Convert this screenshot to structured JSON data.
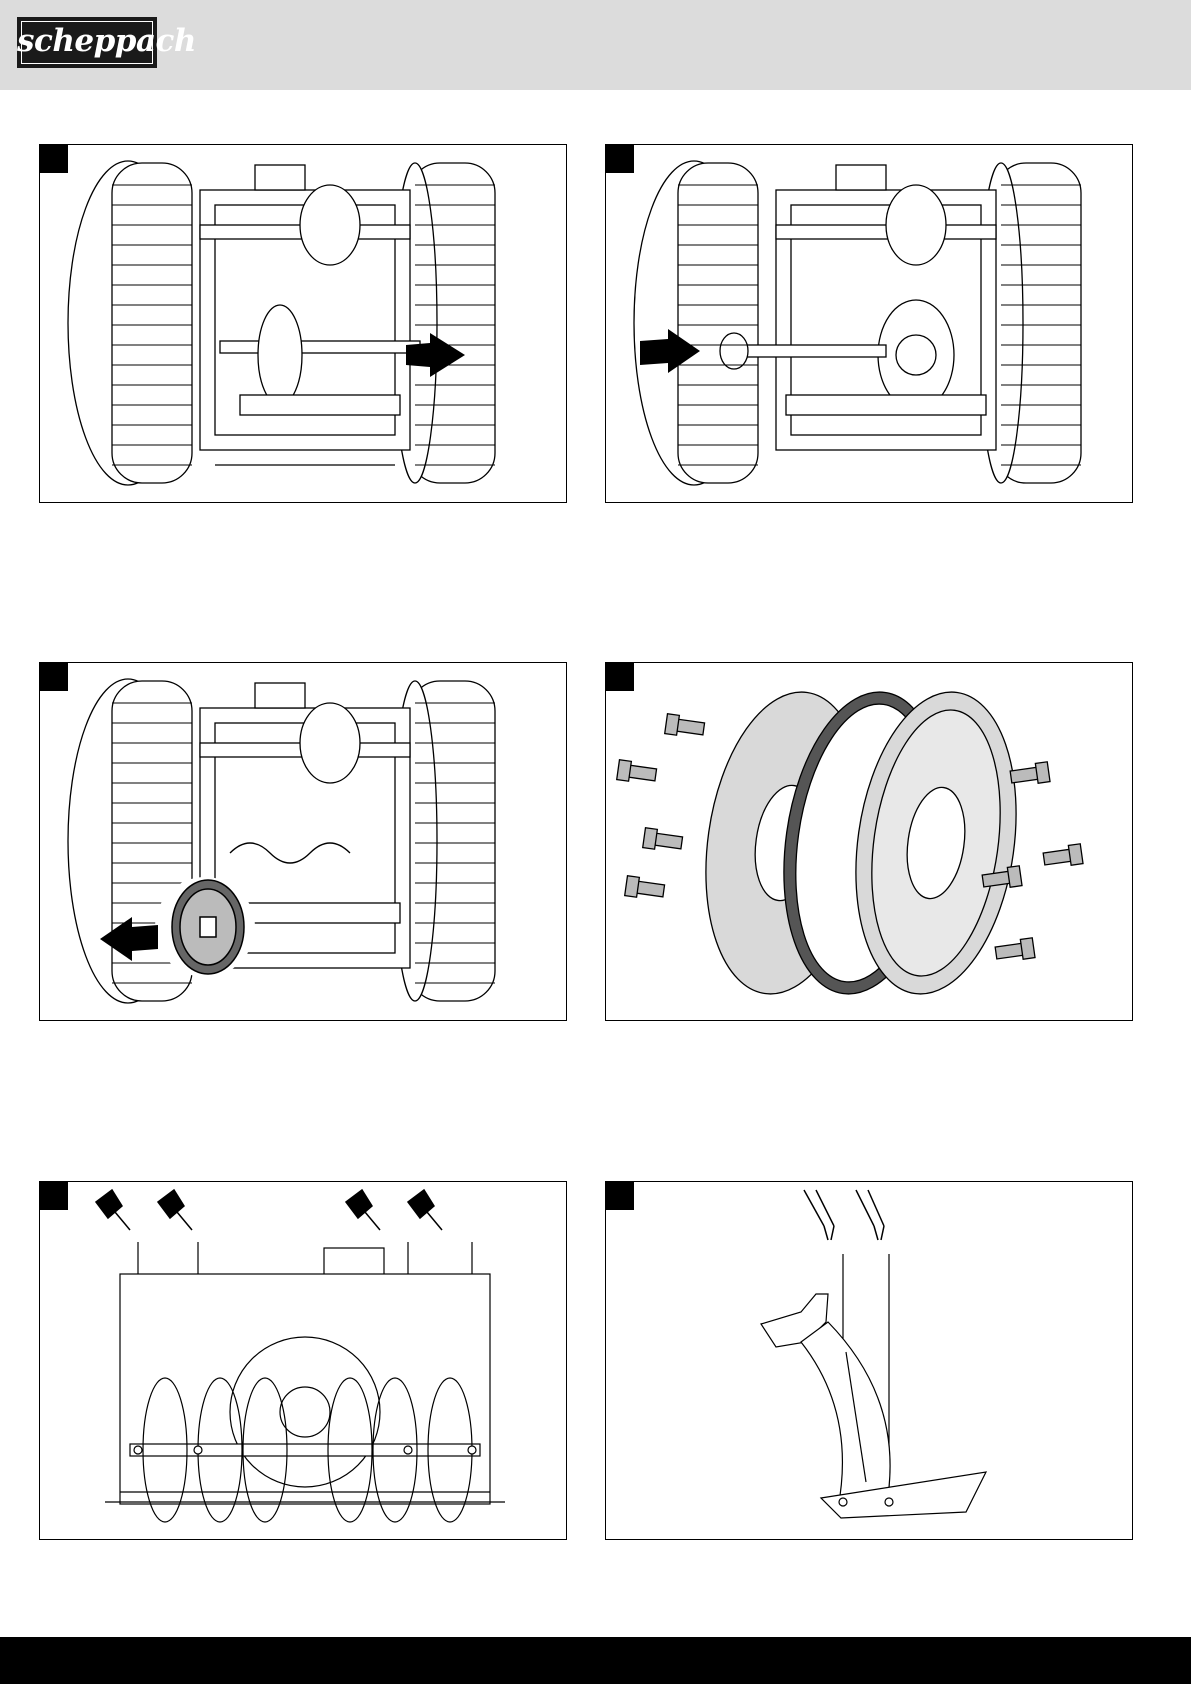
{
  "header": {
    "logo_text": "scheppach",
    "background": "#dcdcdc"
  },
  "figures": [
    {
      "id": "fig-1",
      "content": "tracked-chassis-shaft-removal-arrow-right"
    },
    {
      "id": "fig-2",
      "content": "tracked-chassis-gear-shaft-removal-arrow-left"
    },
    {
      "id": "fig-3",
      "content": "tracked-chassis-drive-disc-removal-arrow-left"
    },
    {
      "id": "fig-4",
      "content": "friction-wheel-exploded-view-with-bolts"
    },
    {
      "id": "fig-5",
      "content": "auger-housing-lubrication-points"
    },
    {
      "id": "fig-6",
      "content": "discharge-chute-lubrication-points"
    }
  ],
  "colors": {
    "frame": "#000000",
    "footer": "#000000",
    "track_fill": "#ffffff",
    "disc_fill": "#d9d9d9",
    "ring_fill": "#555555"
  }
}
